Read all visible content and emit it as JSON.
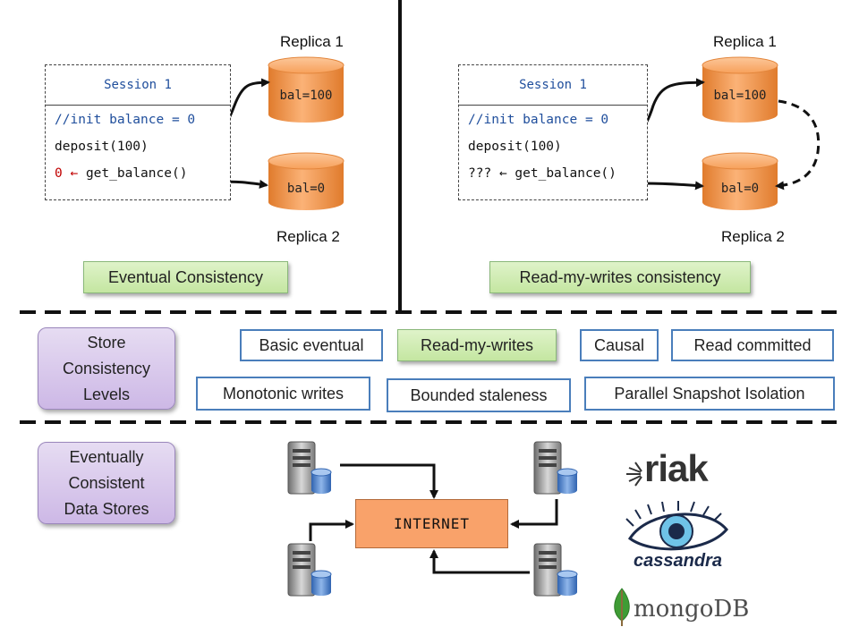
{
  "left_panel": {
    "replica1_label": "Replica 1",
    "replica2_label": "Replica 2",
    "session_title": "Session 1",
    "line1": "//init balance = 0",
    "line2": "deposit(100)",
    "line3_prefix": "0",
    "line3_suffix": "get_balance()",
    "arrow_glyph": "←",
    "db1_value": "bal=100",
    "db2_value": "bal=0",
    "caption": "Eventual Consistency"
  },
  "right_panel": {
    "replica1_label": "Replica 1",
    "replica2_label": "Replica 2",
    "session_title": "Session 1",
    "line1": "//init balance = 0",
    "line2": "deposit(100)",
    "line3_prefix": "???",
    "line3_suffix": "get_balance()",
    "arrow_glyph": "←",
    "db1_value": "bal=100",
    "db2_value": "bal=0",
    "caption": "Read-my-writes consistency"
  },
  "levels": {
    "heading": "Store Consistency Levels",
    "items": {
      "basic_eventual": "Basic eventual",
      "read_my_writes": "Read-my-writes",
      "causal": "Causal",
      "read_committed": "Read committed",
      "monotonic_writes": "Monotonic writes",
      "bounded_staleness": "Bounded staleness",
      "psi": "Parallel Snapshot Isolation"
    }
  },
  "stores": {
    "heading": "Eventually Consistent Data Stores",
    "internet_label": "INTERNET",
    "logos": {
      "riak": "riak",
      "cassandra": "cassandra",
      "mongo_prefix": "mongo",
      "mongo_suffix": "DB"
    }
  },
  "colors": {
    "cylinder_orange": "#f79646",
    "code_blue": "#1f4e9c",
    "code_red": "#c00000",
    "tag_border_blue": "#4a7ebb",
    "internet_orange": "#f9a26a"
  }
}
